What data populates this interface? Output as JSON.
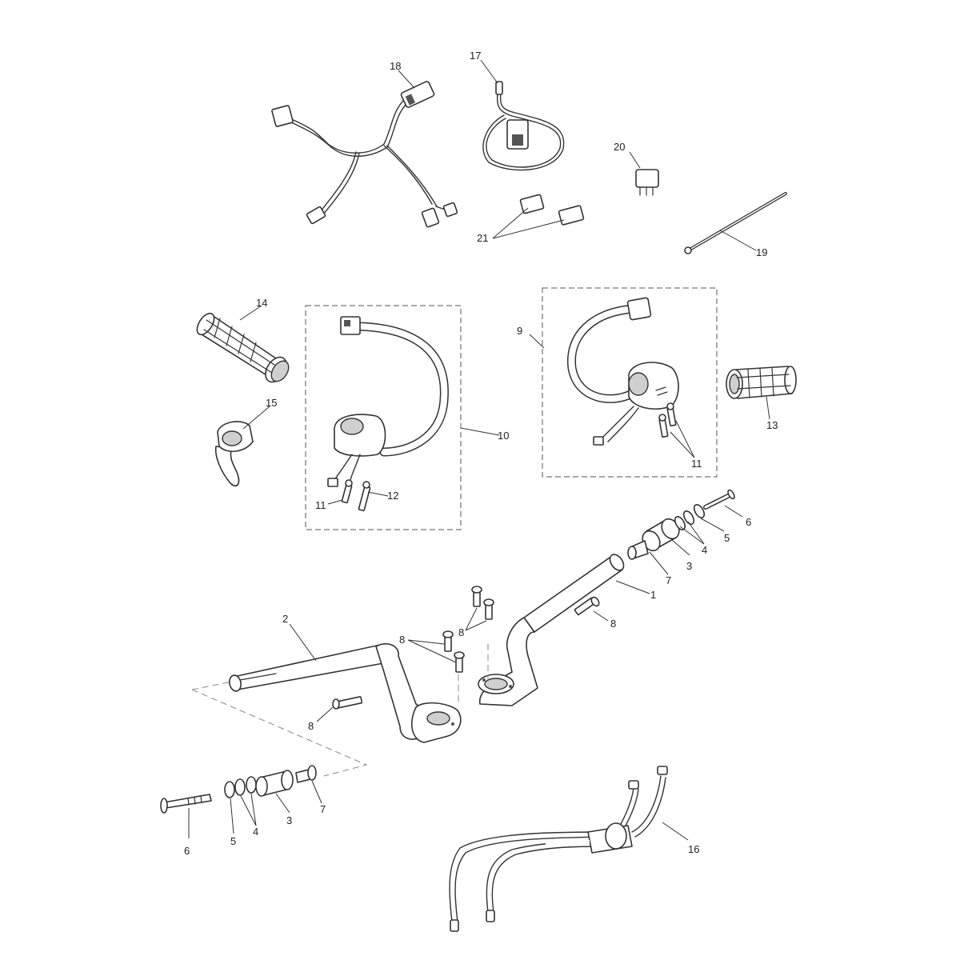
{
  "diagram": {
    "callouts": [
      {
        "label": "1"
      },
      {
        "label": "2"
      },
      {
        "label": "3"
      },
      {
        "label": "3"
      },
      {
        "label": "4"
      },
      {
        "label": "4"
      },
      {
        "label": "5"
      },
      {
        "label": "5"
      },
      {
        "label": "6"
      },
      {
        "label": "6"
      },
      {
        "label": "7"
      },
      {
        "label": "7"
      },
      {
        "label": "8"
      },
      {
        "label": "8"
      },
      {
        "label": "8"
      },
      {
        "label": "8"
      },
      {
        "label": "9"
      },
      {
        "label": "10"
      },
      {
        "label": "11"
      },
      {
        "label": "11"
      },
      {
        "label": "12"
      },
      {
        "label": "13"
      },
      {
        "label": "14"
      },
      {
        "label": "15"
      },
      {
        "label": "16"
      },
      {
        "label": "17"
      },
      {
        "label": "18"
      },
      {
        "label": "19"
      },
      {
        "label": "20"
      },
      {
        "label": "21"
      }
    ]
  }
}
